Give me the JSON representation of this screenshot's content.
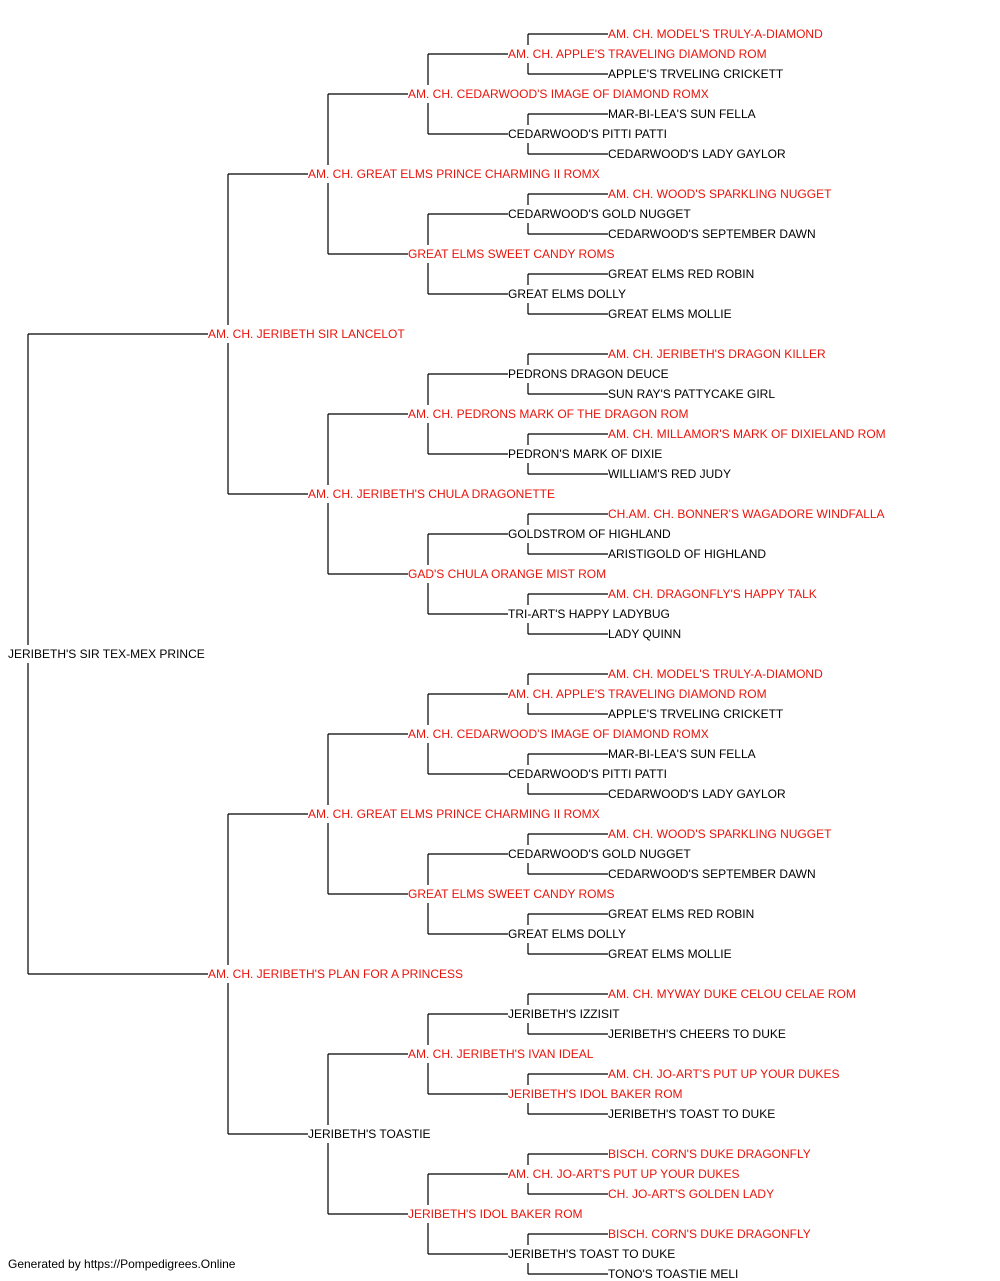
{
  "colors": {
    "title_holder": "#e8140c",
    "normal": "#000000",
    "line": "#000000"
  },
  "footer": "Generated by https://Pompedigrees.Online",
  "pedigree": {
    "name": "JERIBETH'S SIR TEX-MEX PRINCE",
    "title": false,
    "sire": {
      "name": "AM. CH. JERIBETH SIR LANCELOT",
      "title": true,
      "sire": {
        "name": "AM. CH. GREAT ELMS PRINCE CHARMING II ROMX",
        "title": true,
        "sire": {
          "name": "AM. CH. CEDARWOOD'S IMAGE OF DIAMOND ROMX",
          "title": true,
          "sire": {
            "name": "AM. CH. APPLE'S TRAVELING DIAMOND ROM",
            "title": true,
            "sire": {
              "name": "AM. CH. MODEL'S TRULY-A-DIAMOND",
              "title": true
            },
            "dam": {
              "name": "APPLE'S TRVELING CRICKETT",
              "title": false
            }
          },
          "dam": {
            "name": "CEDARWOOD'S PITTI PATTI",
            "title": false,
            "sire": {
              "name": "MAR-BI-LEA'S SUN FELLA",
              "title": false
            },
            "dam": {
              "name": "CEDARWOOD'S LADY GAYLOR",
              "title": false
            }
          }
        },
        "dam": {
          "name": "GREAT ELMS SWEET CANDY ROMS",
          "title": true,
          "sire": {
            "name": "CEDARWOOD'S GOLD NUGGET",
            "title": false,
            "sire": {
              "name": "AM. CH. WOOD'S SPARKLING NUGGET",
              "title": true
            },
            "dam": {
              "name": "CEDARWOOD'S SEPTEMBER DAWN",
              "title": false
            }
          },
          "dam": {
            "name": "GREAT ELMS DOLLY",
            "title": false,
            "sire": {
              "name": "GREAT ELMS RED ROBIN",
              "title": false
            },
            "dam": {
              "name": "GREAT ELMS MOLLIE",
              "title": false
            }
          }
        }
      },
      "dam": {
        "name": "AM. CH. JERIBETH'S CHULA DRAGONETTE",
        "title": true,
        "sire": {
          "name": "AM. CH. PEDRONS MARK OF THE DRAGON ROM",
          "title": true,
          "sire": {
            "name": "PEDRONS DRAGON DEUCE",
            "title": false,
            "sire": {
              "name": "AM. CH. JERIBETH'S DRAGON KILLER",
              "title": true
            },
            "dam": {
              "name": "SUN RAY'S PATTYCAKE GIRL",
              "title": false
            }
          },
          "dam": {
            "name": "PEDRON'S MARK OF DIXIE",
            "title": false,
            "sire": {
              "name": "AM. CH. MILLAMOR'S MARK OF DIXIELAND ROM",
              "title": true
            },
            "dam": {
              "name": "WILLIAM'S RED JUDY",
              "title": false
            }
          }
        },
        "dam": {
          "name": "GAD'S CHULA ORANGE MIST ROM",
          "title": true,
          "sire": {
            "name": "GOLDSTROM OF HIGHLAND",
            "title": false,
            "sire": {
              "name": "CH.AM. CH. BONNER'S WAGADORE WINDFALLA",
              "title": true
            },
            "dam": {
              "name": "ARISTIGOLD OF HIGHLAND",
              "title": false
            }
          },
          "dam": {
            "name": "TRI-ART'S HAPPY LADYBUG",
            "title": false,
            "sire": {
              "name": "AM. CH. DRAGONFLY'S HAPPY TALK",
              "title": true
            },
            "dam": {
              "name": "LADY QUINN",
              "title": false
            }
          }
        }
      }
    },
    "dam": {
      "name": "AM. CH. JERIBETH'S PLAN FOR A PRINCESS",
      "title": true,
      "sire": {
        "name": "AM. CH. GREAT ELMS PRINCE CHARMING II ROMX",
        "title": true,
        "sire": {
          "name": "AM. CH. CEDARWOOD'S IMAGE OF DIAMOND ROMX",
          "title": true,
          "sire": {
            "name": "AM. CH. APPLE'S TRAVELING DIAMOND ROM",
            "title": true,
            "sire": {
              "name": "AM. CH. MODEL'S TRULY-A-DIAMOND",
              "title": true
            },
            "dam": {
              "name": "APPLE'S TRVELING CRICKETT",
              "title": false
            }
          },
          "dam": {
            "name": "CEDARWOOD'S PITTI PATTI",
            "title": false,
            "sire": {
              "name": "MAR-BI-LEA'S SUN FELLA",
              "title": false
            },
            "dam": {
              "name": "CEDARWOOD'S LADY GAYLOR",
              "title": false
            }
          }
        },
        "dam": {
          "name": "GREAT ELMS SWEET CANDY ROMS",
          "title": true,
          "sire": {
            "name": "CEDARWOOD'S GOLD NUGGET",
            "title": false,
            "sire": {
              "name": "AM. CH. WOOD'S SPARKLING NUGGET",
              "title": true
            },
            "dam": {
              "name": "CEDARWOOD'S SEPTEMBER DAWN",
              "title": false
            }
          },
          "dam": {
            "name": "GREAT ELMS DOLLY",
            "title": false,
            "sire": {
              "name": "GREAT ELMS RED ROBIN",
              "title": false
            },
            "dam": {
              "name": "GREAT ELMS MOLLIE",
              "title": false
            }
          }
        }
      },
      "dam": {
        "name": "JERIBETH'S TOASTIE",
        "title": false,
        "sire": {
          "name": "AM. CH. JERIBETH'S IVAN IDEAL",
          "title": true,
          "sire": {
            "name": "JERIBETH'S IZZISIT",
            "title": false,
            "sire": {
              "name": "AM. CH. MYWAY DUKE CELOU CELAE ROM",
              "title": true
            },
            "dam": {
              "name": "JERIBETH'S CHEERS TO DUKE",
              "title": false
            }
          },
          "dam": {
            "name": "JERIBETH'S IDOL BAKER ROM",
            "title": true,
            "sire": {
              "name": "AM. CH. JO-ART'S PUT UP YOUR DUKES",
              "title": true
            },
            "dam": {
              "name": "JERIBETH'S TOAST TO DUKE",
              "title": false
            }
          }
        },
        "dam": {
          "name": "JERIBETH'S IDOL BAKER ROM",
          "title": true,
          "sire": {
            "name": "AM. CH. JO-ART'S PUT UP YOUR DUKES",
            "title": true,
            "sire": {
              "name": "BISCH. CORN'S DUKE DRAGONFLY",
              "title": true
            },
            "dam": {
              "name": "CH. JO-ART'S GOLDEN LADY",
              "title": true
            }
          },
          "dam": {
            "name": "JERIBETH'S TOAST TO DUKE",
            "title": false,
            "sire": {
              "name": "BISCH. CORN'S DUKE DRAGONFLY",
              "title": true
            },
            "dam": {
              "name": "TONO'S TOASTIE MELI",
              "title": false
            }
          }
        }
      }
    }
  }
}
